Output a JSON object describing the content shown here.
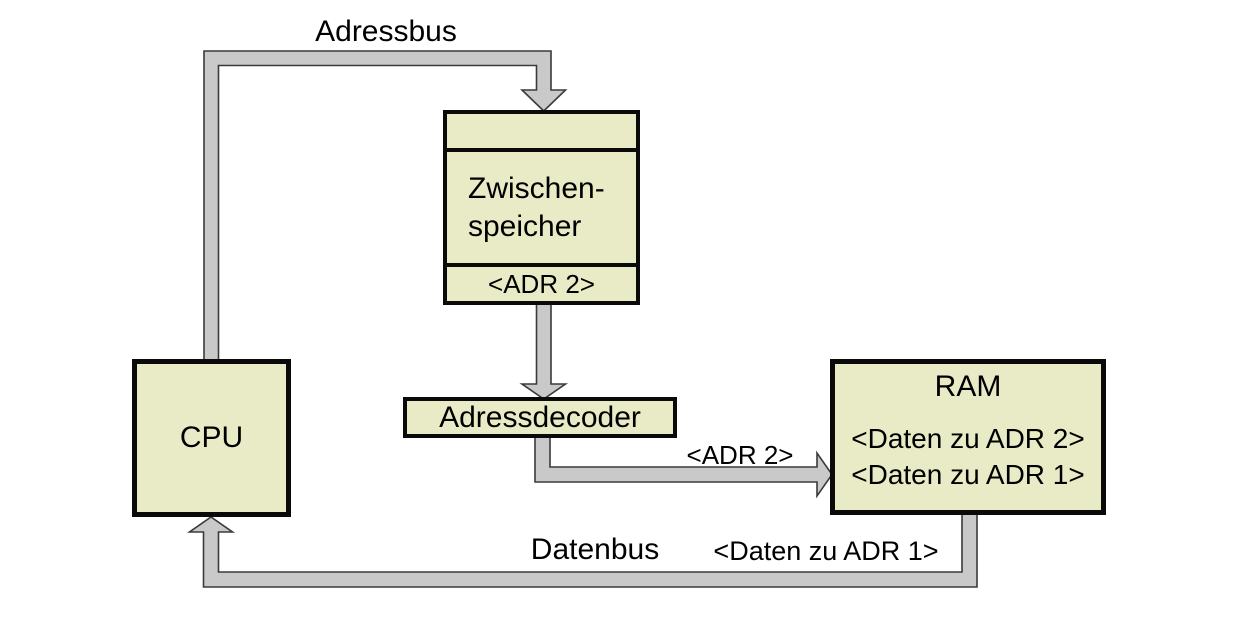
{
  "diagram": {
    "nodes": {
      "cpu": {
        "label": "CPU"
      },
      "zwischenspeicher": {
        "label_line1": "Zwischen-",
        "label_line2": "speicher",
        "slot_value": "<ADR 2>"
      },
      "adressdecoder": {
        "label": "Adressdecoder"
      },
      "ram": {
        "label": "RAM",
        "contents": [
          "<Daten zu ADR 2>",
          "<Daten zu ADR 1>"
        ]
      }
    },
    "buses": {
      "adressbus": {
        "label": "Adressbus"
      },
      "adressdecoder_to_ram": {
        "payload_label": "<ADR 2>"
      },
      "datenbus": {
        "label": "Datenbus",
        "payload_label": "<Daten zu ADR 1>"
      }
    },
    "colors": {
      "page_bg": "#ffffff",
      "node_fill": "#e8ebc5",
      "node_border": "#0a0a0a",
      "bus_fill": "#c9c9c9",
      "bus_outline": "#3a3a3a"
    }
  }
}
